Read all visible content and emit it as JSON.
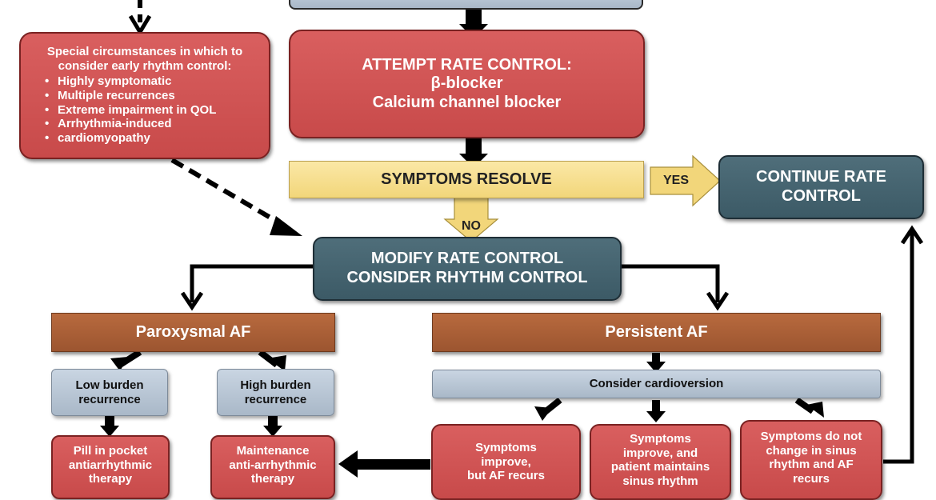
{
  "nodes": {
    "attempt_rate": {
      "line1": "ATTEMPT RATE CONTROL:",
      "line2": "β-blocker",
      "line3": "Calcium channel blocker"
    },
    "special": {
      "heading_line1": "Special circumstances in which to",
      "heading_line2": "consider early rhythm control:",
      "items": [
        "Highly symptomatic",
        "Multiple recurrences",
        "Extreme impairment in QOL",
        "Arrhythmia-induced",
        "cardiomyopathy"
      ]
    },
    "symptoms_resolve": "SYMPTOMS RESOLVE",
    "continue_rate": {
      "line1": "CONTINUE RATE",
      "line2": "CONTROL"
    },
    "modify": {
      "line1": "MODIFY RATE CONTROL",
      "line2": "CONSIDER RHYTHM CONTROL"
    },
    "paroxysmal": "Paroxysmal AF",
    "persistent": "Persistent AF",
    "low_burden": {
      "line1": "Low burden",
      "line2": "recurrence"
    },
    "high_burden": {
      "line1": "High burden",
      "line2": "recurrence"
    },
    "cardioversion": "Consider cardioversion",
    "pill_pocket": {
      "line1": "Pill in pocket",
      "line2": "antiarrhythmic",
      "line3": "therapy"
    },
    "maintenance": {
      "line1": "Maintenance",
      "line2": "anti-arrhythmic",
      "line3": "therapy"
    },
    "sym_improve_recur": {
      "line1": "Symptoms",
      "line2": "improve,",
      "line3": "but AF recurs"
    },
    "sym_improve_sinus": {
      "line1": "Symptoms",
      "line2": "improve, and",
      "line3": "patient maintains",
      "line4": "sinus rhythm"
    },
    "sym_no_change": {
      "line1": "Symptoms do not",
      "line2": "change in sinus",
      "line3": "rhythm and AF",
      "line4": "recurs"
    }
  },
  "labels": {
    "yes": "YES",
    "no": "NO"
  },
  "colors": {
    "red_box": "#d45555",
    "slate_box": "#46636f",
    "yellow_box": "#f7e08e",
    "orange_box": "#ab6036",
    "grey_box": "#b9c6d5",
    "arrow": "#000000"
  }
}
